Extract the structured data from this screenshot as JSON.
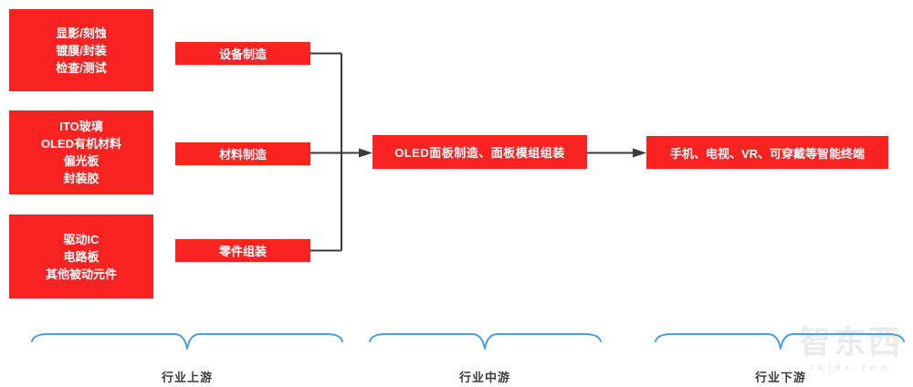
{
  "colors": {
    "box_red": "#fb2222",
    "box_text": "#ffffff",
    "connector": "#3a3a3a",
    "brace_blue": "#4f9ce8",
    "section_label": "#3d3d3d",
    "watermark_gray": "#ebebeb",
    "background": "#ffffff"
  },
  "upstream": {
    "source_boxes": [
      {
        "lines": [
          "显影/刻蚀",
          "镀膜/封装",
          "检查/测试"
        ]
      },
      {
        "lines": [
          "ITO玻璃",
          "OLED有机材料",
          "偏光板",
          "封装胶"
        ]
      },
      {
        "lines": [
          "驱动IC",
          "电路板",
          "其他被动元件"
        ]
      }
    ],
    "category_boxes": [
      {
        "label": "设备制造"
      },
      {
        "label": "材料制造"
      },
      {
        "label": "零件组装"
      }
    ]
  },
  "midstream": {
    "panel_box_label": "OLED面板制造、面板模组组装"
  },
  "downstream": {
    "terminal_box_label": "手机、电视、VR、可穿戴等智能终端"
  },
  "sections": [
    {
      "label": "行业上游"
    },
    {
      "label": "行业中游"
    },
    {
      "label": "行业下游"
    }
  ],
  "watermark": {
    "logo_text": "智东西",
    "site_text": "zhidx.com"
  }
}
